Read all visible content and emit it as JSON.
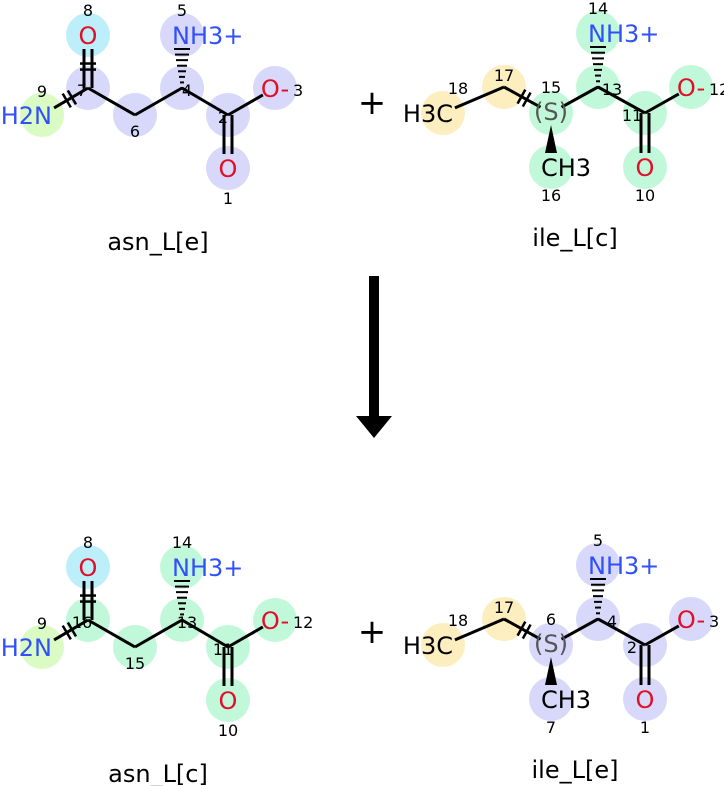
{
  "reaction": {
    "plus_symbol": "+",
    "arrow": "reaction-arrow",
    "reactants": [
      {
        "name": "asn_L[e]",
        "template": "asn",
        "atoms": {
          "O8": {
            "label": "O",
            "number": "8",
            "color": "#bdeffb"
          },
          "C7": {
            "label": "",
            "number": "7",
            "color": "#d8d8fb"
          },
          "N9": {
            "label": "H2N",
            "number": "9",
            "color": "#dafbc4"
          },
          "C6": {
            "label": "",
            "number": "6",
            "color": "#d8d8fb"
          },
          "C4": {
            "label": "",
            "number": "4",
            "color": "#d8d8fb"
          },
          "N5": {
            "label": "NH3+",
            "number": "5",
            "color": "#d8d8fb"
          },
          "C2": {
            "label": "",
            "number": "2",
            "color": "#d8d8fb"
          },
          "O3": {
            "label": "O-",
            "number": "3",
            "color": "#d8d8fb"
          },
          "O1": {
            "label": "O",
            "number": "1",
            "color": "#d8d8fb"
          }
        }
      },
      {
        "name": "ile_L[c]",
        "template": "ile",
        "atoms": {
          "C18": {
            "label": "H3C",
            "number": "18",
            "color": "#fdeec0"
          },
          "C17": {
            "label": "",
            "number": "17",
            "color": "#fdeec0"
          },
          "C15": {
            "label": "(S)",
            "number": "15",
            "color": "#c2f8da"
          },
          "C16": {
            "label": "CH3",
            "number": "16",
            "color": "#c2f8da"
          },
          "C13": {
            "label": "",
            "number": "13",
            "color": "#c2f8da"
          },
          "N14": {
            "label": "NH3+",
            "number": "14",
            "color": "#c2f8da"
          },
          "C11": {
            "label": "",
            "number": "11",
            "color": "#c2f8da"
          },
          "O12": {
            "label": "O-",
            "number": "12",
            "color": "#c2f8da"
          },
          "O10": {
            "label": "O",
            "number": "10",
            "color": "#c2f8da"
          }
        }
      }
    ],
    "products": [
      {
        "name": "asn_L[c]",
        "template": "asn",
        "atoms": {
          "O8": {
            "label": "O",
            "number": "8",
            "color": "#bdeffb"
          },
          "C7": {
            "label": "",
            "number": "16",
            "color": "#c2f8da"
          },
          "N9": {
            "label": "H2N",
            "number": "9",
            "color": "#dafbc4"
          },
          "C6": {
            "label": "",
            "number": "15",
            "color": "#c2f8da"
          },
          "C4": {
            "label": "",
            "number": "13",
            "color": "#c2f8da"
          },
          "N5": {
            "label": "NH3+",
            "number": "14",
            "color": "#c2f8da"
          },
          "C2": {
            "label": "",
            "number": "11",
            "color": "#c2f8da"
          },
          "O3": {
            "label": "O-",
            "number": "12",
            "color": "#c2f8da"
          },
          "O1": {
            "label": "O",
            "number": "10",
            "color": "#c2f8da"
          }
        }
      },
      {
        "name": "ile_L[e]",
        "template": "ile",
        "atoms": {
          "C18": {
            "label": "H3C",
            "number": "18",
            "color": "#fdeec0"
          },
          "C17": {
            "label": "",
            "number": "17",
            "color": "#fdeec0"
          },
          "C15": {
            "label": "(S)",
            "number": "6",
            "color": "#d8d8fb"
          },
          "C16": {
            "label": "CH3",
            "number": "7",
            "color": "#d8d8fb"
          },
          "C13": {
            "label": "",
            "number": "4",
            "color": "#d8d8fb"
          },
          "N14": {
            "label": "NH3+",
            "number": "5",
            "color": "#d8d8fb"
          },
          "C11": {
            "label": "",
            "number": "2",
            "color": "#d8d8fb"
          },
          "O12": {
            "label": "O-",
            "number": "3",
            "color": "#d8d8fb"
          },
          "O10": {
            "label": "O",
            "number": "1",
            "color": "#d8d8fb"
          }
        }
      }
    ]
  },
  "element_colors": {
    "N": "#3050f8",
    "O": "#e0102a",
    "S": "#555555",
    "default": "#000000"
  }
}
